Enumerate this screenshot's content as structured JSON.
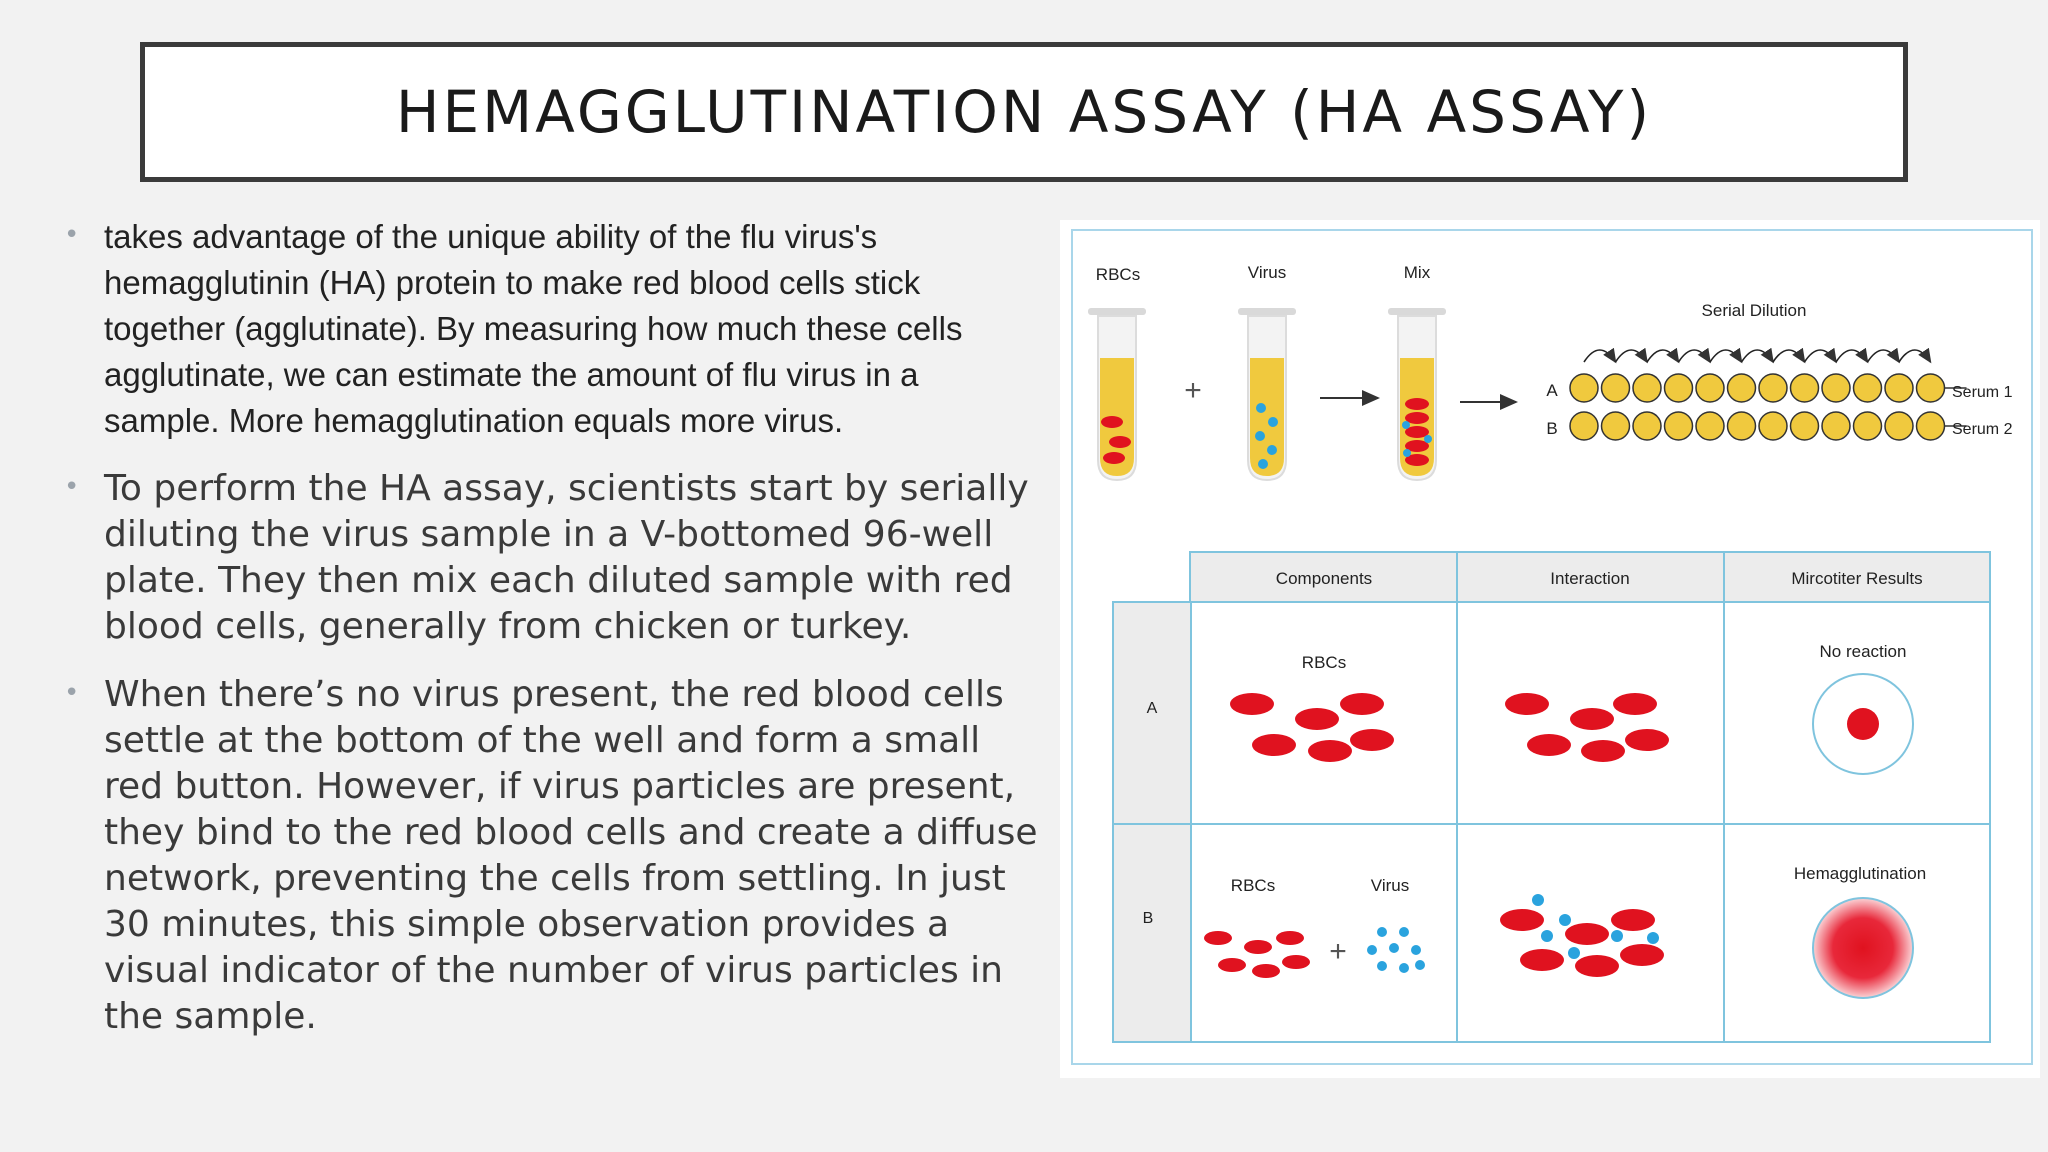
{
  "slide": {
    "title": "HEMAGGLUTINATION ASSAY  (HA ASSAY)",
    "bullets": [
      "takes advantage of the unique ability of the flu virus's hemagglutinin (HA) protein to make red blood cells stick together (agglutinate). By measuring how much these cells agglutinate, we can estimate the amount of flu virus in a sample. More hemagglutination equals more virus.",
      "To perform the HA assay, scientists start by serially diluting the virus sample in a V-bottomed 96-well plate. They then mix each diluted sample with red blood cells, generally from chicken or turkey.",
      "When there’s no virus present, the red blood cells settle at the bottom of the well and form a small red button. However, if virus particles are present, they bind to the red blood cells and create a diffuse network, preventing the cells from settling. In just 30 minutes, this simple observation provides a visual indicator of the number of virus particles in the sample."
    ]
  },
  "figure": {
    "tube_labels": {
      "rbcs": "RBCs",
      "virus": "Virus",
      "mix": "Mix"
    },
    "plus": "+",
    "serial_dilution": "Serial Dilution",
    "row_a": "A",
    "row_b": "B",
    "serum1": "Serum 1",
    "serum2": "Serum 2",
    "table": {
      "headers": [
        "Components",
        "Interaction",
        "Mircotiter Results"
      ],
      "row_a_label": "A",
      "row_b_label": "B",
      "a_rbcs": "RBCs",
      "a_result": "No reaction",
      "b_rbcs": "RBCs",
      "b_virus": "Virus",
      "b_result": "Hemagglutination"
    },
    "colors": {
      "rbc": "#e0121f",
      "virus": "#2aa3de",
      "well": "#f0c93e",
      "table_border": "#7fc4de",
      "header_fill": "#ececec"
    }
  }
}
